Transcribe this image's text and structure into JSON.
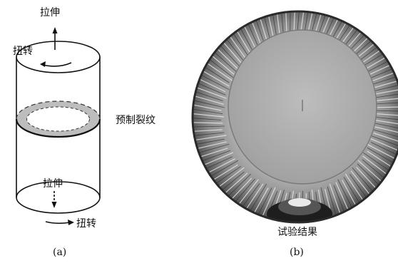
{
  "figure_a": {
    "label_tension_top": "拉伸",
    "label_torsion_top": "扭转",
    "label_precrack": "预制裂纹",
    "label_tension_bottom": "拉伸",
    "label_torsion_bottom": "扭转",
    "caption": "(a)"
  },
  "figure_b": {
    "label_result": "试验结果",
    "caption": "(b)"
  }
}
